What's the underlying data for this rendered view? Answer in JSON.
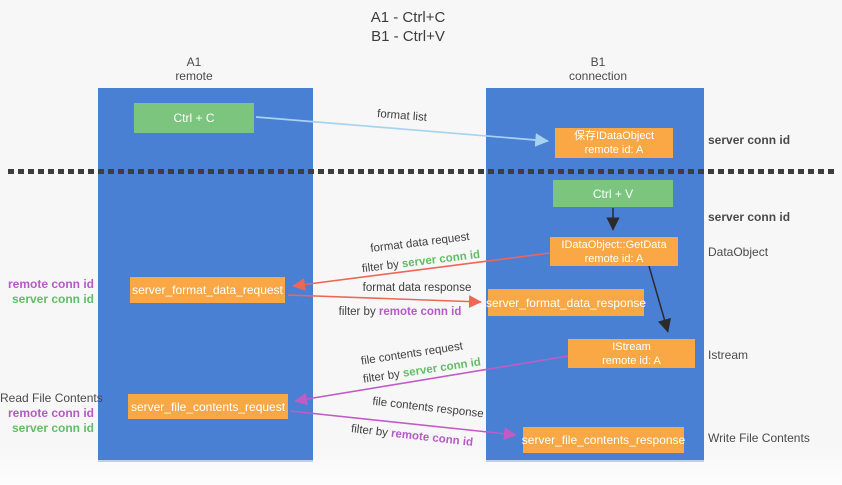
{
  "title": {
    "line1": "A1 - Ctrl+C",
    "line2": "B1 - Ctrl+V"
  },
  "lanes": {
    "a1": {
      "name": "A1",
      "subtitle": "remote"
    },
    "b1": {
      "name": "B1",
      "subtitle": "connection"
    }
  },
  "nodes": {
    "ctrl_c": {
      "label": "Ctrl + C"
    },
    "ctrl_v": {
      "label": "Ctrl + V"
    },
    "save_idataobject": {
      "line1": "保存IDataObject",
      "line2": "remote id: A"
    },
    "getdata": {
      "line1": "IDataObject::GetData",
      "line2": "remote id: A"
    },
    "istream": {
      "line1": "IStream",
      "line2": "remote id: A"
    },
    "format_request": {
      "label": "server_format_data_request"
    },
    "format_response": {
      "label": "server_format_data_response"
    },
    "file_request": {
      "label": "server_file_contents_request"
    },
    "file_response": {
      "label": "server_file_contents_response"
    }
  },
  "edge_labels": {
    "format_list": "format list",
    "format_data_request": "format data request",
    "format_data_response": "format data response",
    "file_contents_request": "file contents request",
    "file_contents_response": "file contents response",
    "filter_by": "filter by",
    "server_conn_id": "server conn id",
    "remote_conn_id": "remote conn id"
  },
  "annotations": {
    "left_format": {
      "remote": "remote conn id",
      "server": "server conn id"
    },
    "read_file": "Read File Contents",
    "left_file": {
      "remote": "remote conn id",
      "server": "server conn id"
    },
    "right_server_1": "server conn id",
    "right_server_2": "server conn id",
    "dataobject": "DataObject",
    "istream": "Istream",
    "write_file": "Write File Contents"
  },
  "colors": {
    "lane_blue": "#4a80d4",
    "green_box": "#7cc57e",
    "orange_box": "#f9a845",
    "arrow_light_blue": "#a6d3ef",
    "arrow_red": "#ed6656",
    "arrow_magenta": "#c05cc5",
    "arrow_black": "#2b2b2b",
    "text_green": "#64bd68",
    "text_purple": "#b55bc5",
    "text_dark": "#3f3f3f"
  }
}
